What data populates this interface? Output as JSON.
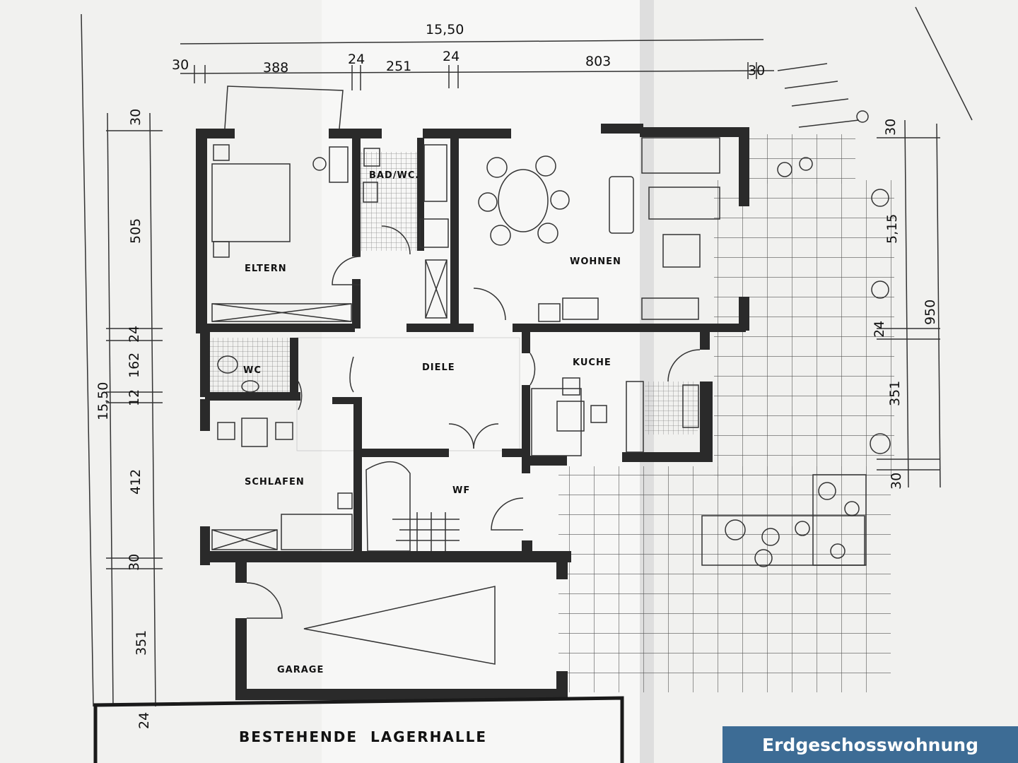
{
  "dimensions": {
    "total_width": "15,50",
    "d30_left": "30",
    "d388": "388",
    "d24_a": "24",
    "d251": "251",
    "d24_b": "24",
    "d803": "803",
    "d30_right": "30",
    "left_total": "15,50",
    "left_30_top": "30",
    "left_505": "505",
    "left_24": "24",
    "left_162": "162",
    "left_12": "12",
    "left_412": "412",
    "left_30_bottom": "30",
    "left_351": "351",
    "left_24_bottom": "24",
    "right_30_top": "30",
    "right_515": "5,15",
    "right_950": "950",
    "right_24": "24",
    "right_351": "351",
    "right_30_bottom": "30"
  },
  "rooms": {
    "eltern": "ELTERN",
    "bad_wc": "BAD/WC.",
    "wohnen": "WOHNEN",
    "wc": "WC",
    "diele": "DIELE",
    "kuche": "KUCHE",
    "schlafen": "SCHLAFEN",
    "wf": "WF",
    "garage": "GARAGE",
    "lagerhalle": "BESTEHENDE  LAGERHALLE"
  },
  "caption": "Erdgeschosswohnung",
  "colors": {
    "caption_bg": "#3d6c95",
    "caption_text": "#ffffff",
    "walls": "#2a2a2a",
    "paper": "#f1f1ef"
  }
}
